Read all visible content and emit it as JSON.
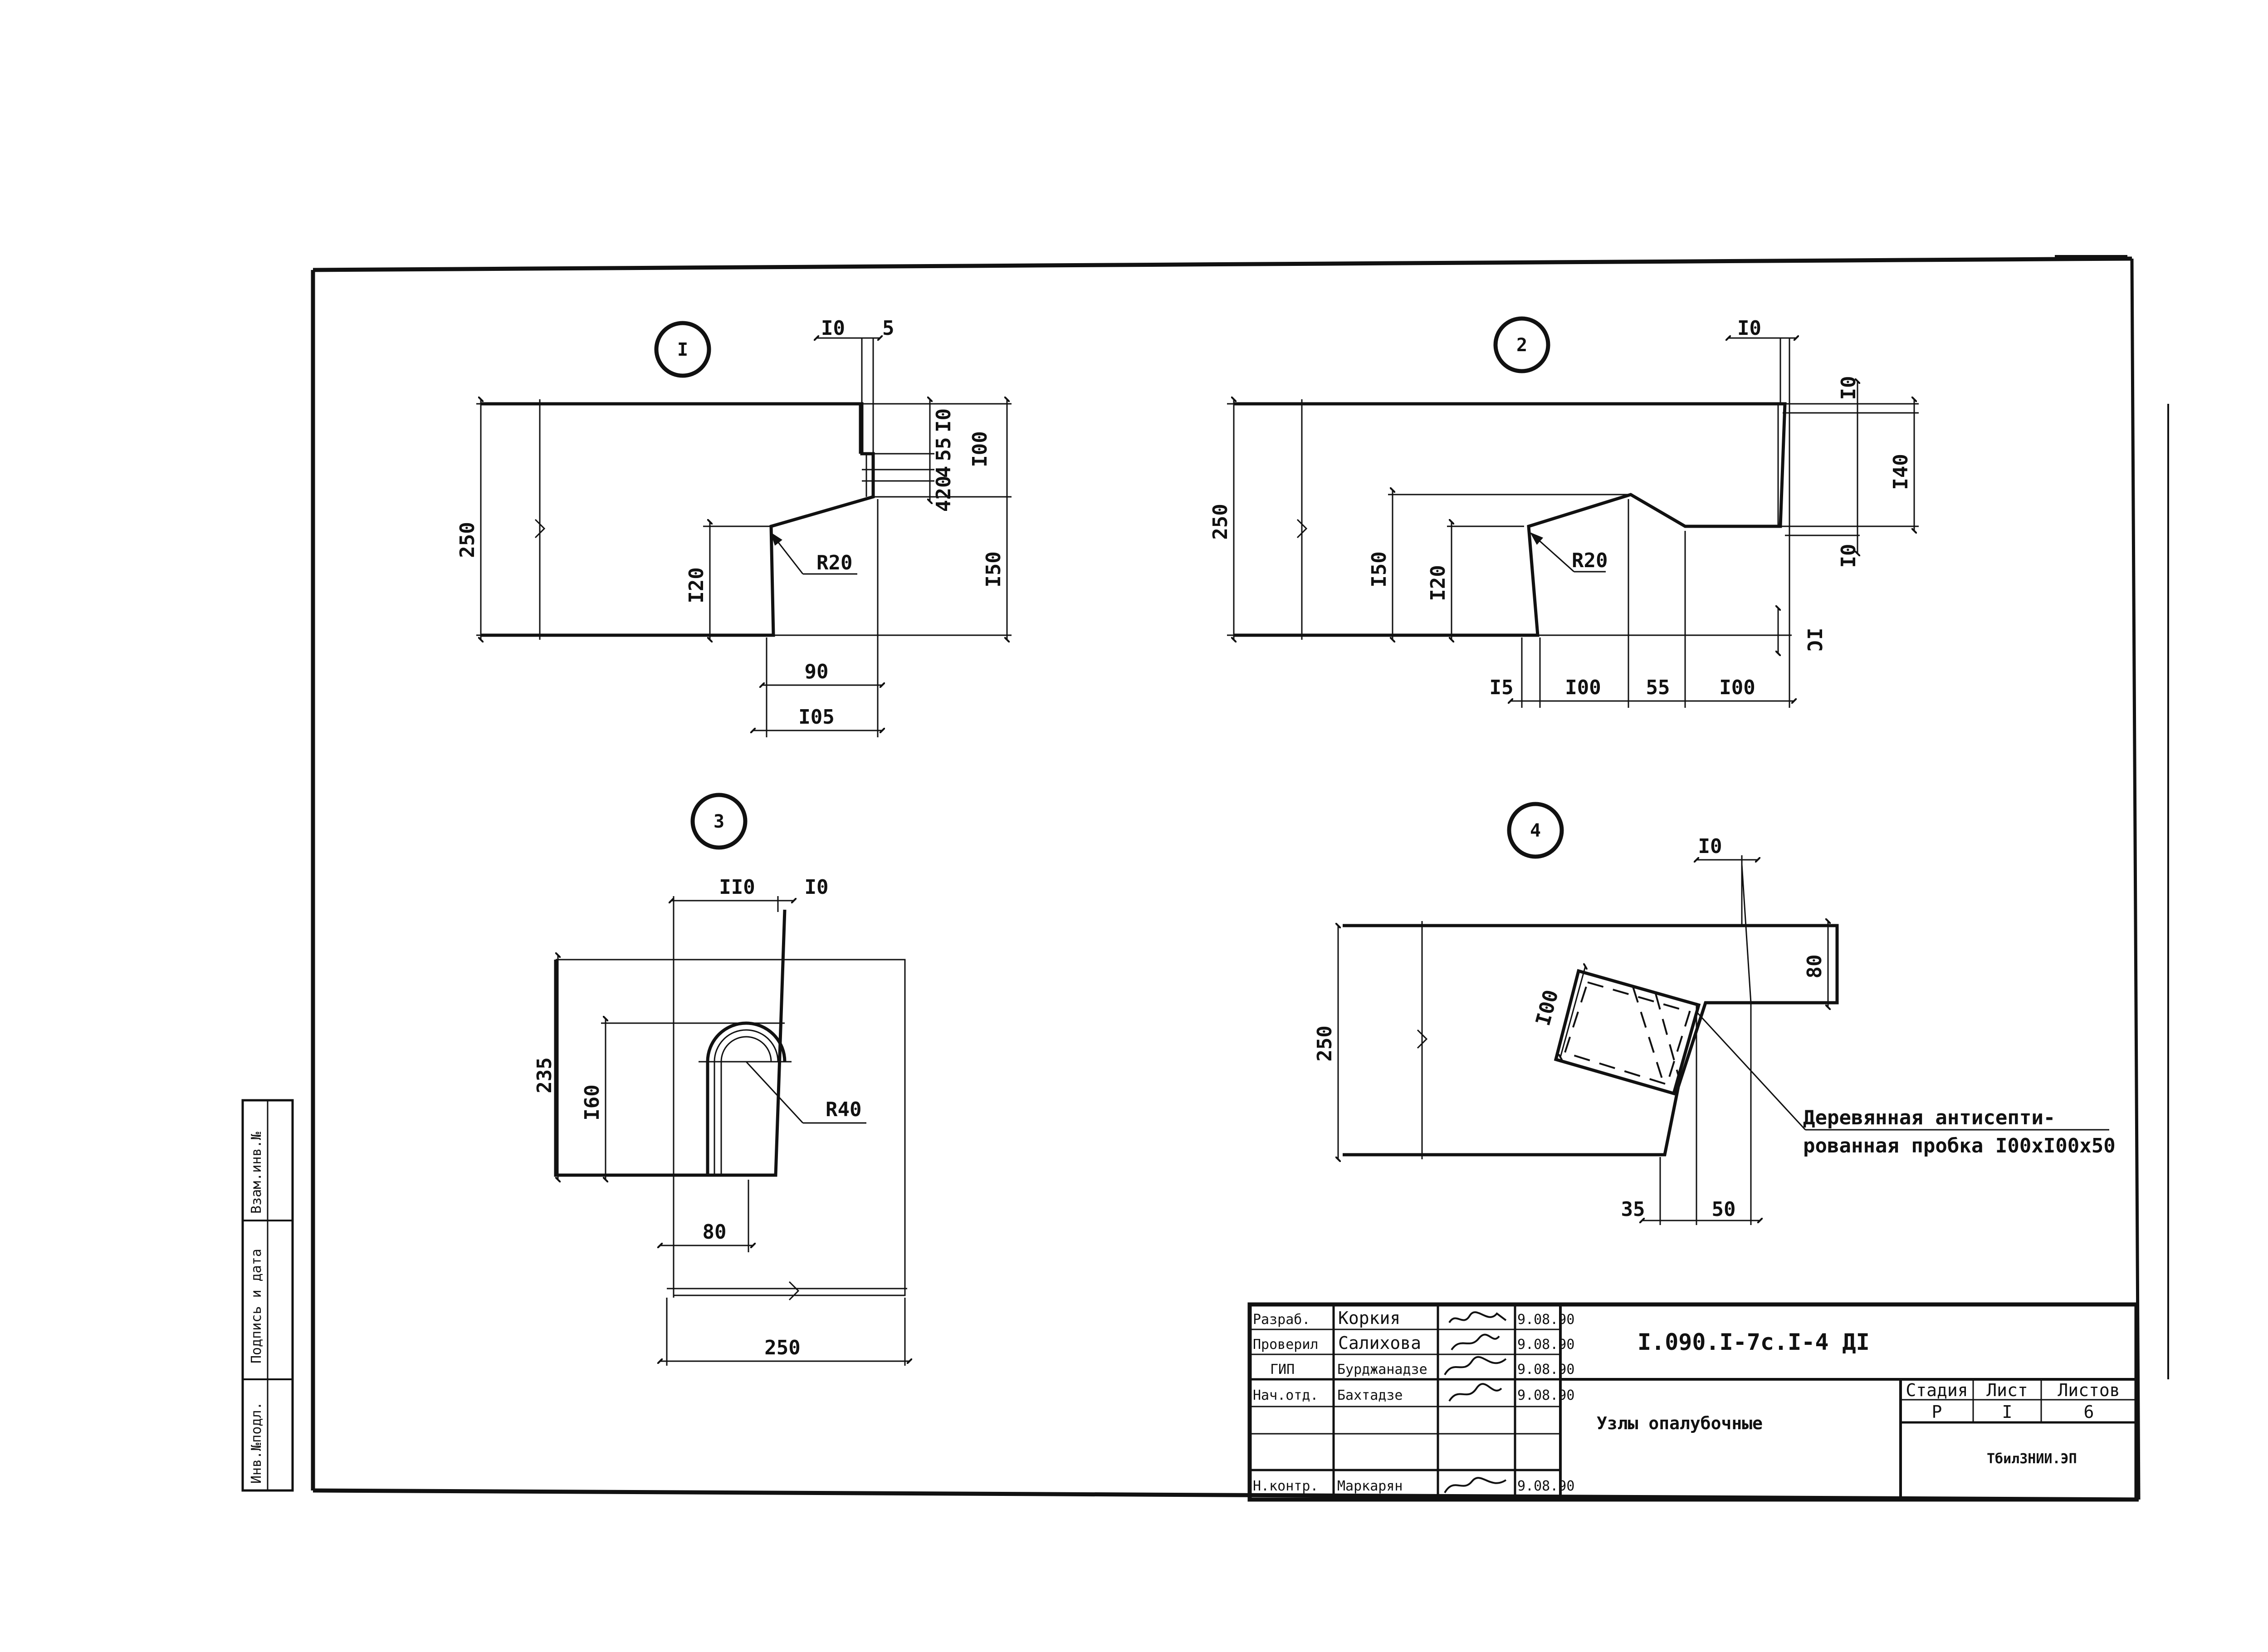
{
  "nodes": [
    {
      "number": "I"
    },
    {
      "number": "2"
    },
    {
      "number": "3"
    },
    {
      "number": "4"
    }
  ],
  "detail1": {
    "d_10a": "I0",
    "d_5": "5",
    "d_10b": "I0",
    "d_55": "55",
    "d_4a": "4",
    "d_20": "20",
    "d_4b": "4",
    "d_100": "I00",
    "d_250": "250",
    "d_150": "I50",
    "d_120": "I20",
    "radius": "R20",
    "d_90": "90",
    "d_105": "I05"
  },
  "detail2": {
    "d_10top": "I0",
    "d_10a": "I0",
    "d_140": "I40",
    "d_250": "250",
    "d_150": "I50",
    "d_120": "I20",
    "radius": "R20",
    "d_10b": "I0",
    "d_10c": "IC",
    "d_15": "I5",
    "d_100a": "I00",
    "d_55": "55",
    "d_100b": "I00"
  },
  "detail3": {
    "d_110": "II0",
    "d_10": "I0",
    "d_235": "235",
    "d_160": "I60",
    "radius": "R40",
    "d_80": "80",
    "d_250": "250"
  },
  "detail4": {
    "d_10": "I0",
    "d_80": "80",
    "d_250": "250",
    "d_100": "I00",
    "d_35": "35",
    "d_50": "50",
    "callout_line1": "Деревянная антисепти-",
    "callout_line2": "рованная пробка I00xI00x50"
  },
  "side_stamp": {
    "cell1": "Взам.инв.№",
    "cell2": "Подпись и дата",
    "cell3": "Инв.№подл."
  },
  "title_block": {
    "rows": [
      {
        "role": "Разраб.",
        "name": "Коркия",
        "date": "9.08.90"
      },
      {
        "role": "Проверил",
        "name": "Салихова",
        "date": "9.08.90"
      },
      {
        "role": "ГИП",
        "name": "Бурджанадзе",
        "date": "9.08.90"
      },
      {
        "role": "Нач.отд.",
        "name": "Бахтадзе",
        "date": "9.08.90"
      },
      {
        "role": "",
        "name": "",
        "date": ""
      },
      {
        "role": "",
        "name": "",
        "date": ""
      },
      {
        "role": "Н.контр.",
        "name": "Маркарян",
        "date": "9.08.90"
      }
    ],
    "doc_code": "I.090.I-7с.I-4 ДI",
    "title": "Узлы опалубочные",
    "stage_label": "Стадия",
    "sheet_label": "Лист",
    "sheets_label": "Листов",
    "stage": "Р",
    "sheet": "I",
    "sheets": "6",
    "org": "ТбилЗНИИ.ЭП"
  }
}
